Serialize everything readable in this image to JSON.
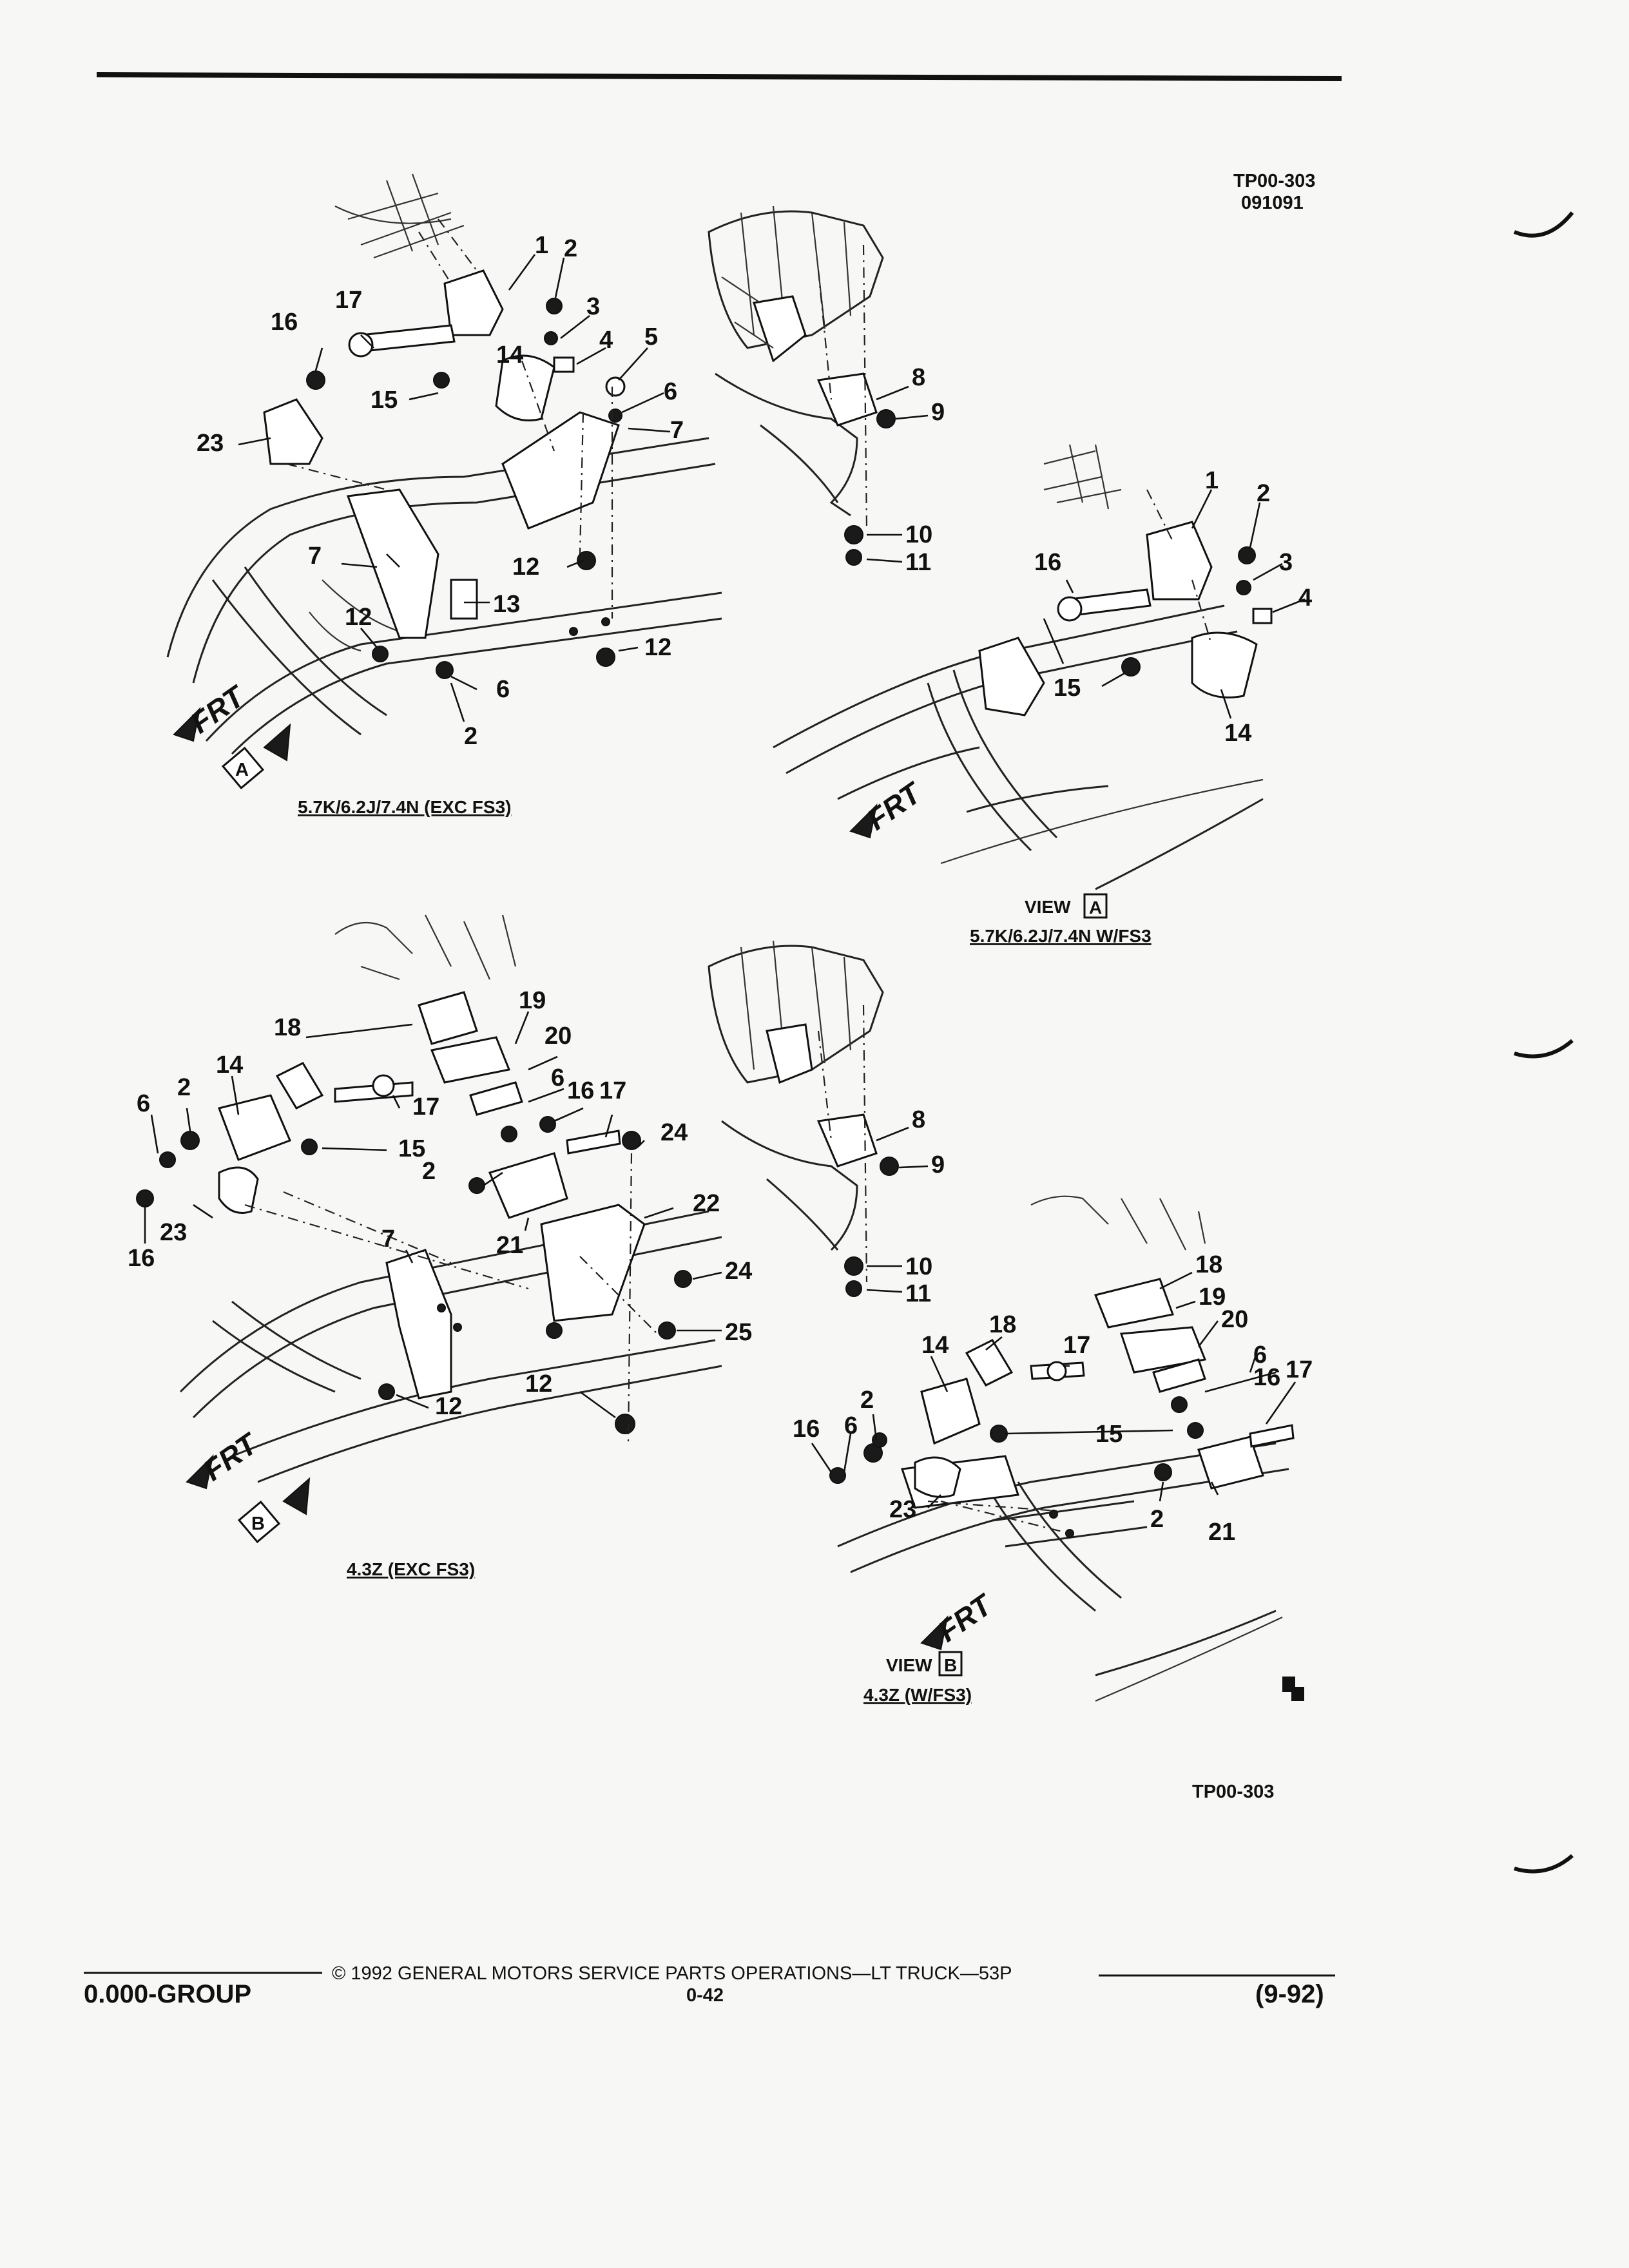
{
  "header": {
    "code": "TP00-303",
    "date": "091091"
  },
  "views": {
    "top_left_caption": "5.7K/6.2J/7.4N (EXC FS3)",
    "top_right_view_word": "VIEW",
    "top_right_view_letter": "A",
    "top_right_caption": "5.7K/6.2J/7.4N W/FS3",
    "bottom_left_caption": "4.3Z (EXC FS3)",
    "bottom_right_view_word": "VIEW",
    "bottom_right_view_letter": "B",
    "bottom_right_caption": "4.3Z (W/FS3)",
    "marker_a": "A",
    "marker_b": "B",
    "frt_label": "FRT"
  },
  "callouts": {
    "tl": [
      "1",
      "2",
      "3",
      "4",
      "5",
      "6",
      "7",
      "14",
      "15",
      "16",
      "17",
      "23",
      "7",
      "12",
      "13",
      "12",
      "12",
      "6",
      "2"
    ],
    "tr": [
      "8",
      "9",
      "10",
      "11"
    ],
    "va": [
      "1",
      "2",
      "3",
      "4",
      "16",
      "15",
      "14"
    ],
    "bl": [
      "18",
      "19",
      "20",
      "14",
      "2",
      "6",
      "6",
      "16",
      "17",
      "17",
      "15",
      "24",
      "2",
      "22",
      "23",
      "16",
      "21",
      "7",
      "24",
      "25",
      "12",
      "12"
    ],
    "br": [
      "8",
      "9",
      "10",
      "11"
    ],
    "vb": [
      "18",
      "19",
      "20",
      "14",
      "18",
      "17",
      "6",
      "16",
      "17",
      "2",
      "6",
      "16",
      "15",
      "23",
      "2",
      "21"
    ]
  },
  "reference_code": "TP00-303",
  "footer": {
    "copyright": "©  1992  GENERAL MOTORS SERVICE PARTS OPERATIONS—LT TRUCK—53P",
    "group": "0.000-GROUP",
    "page": "0-42",
    "revision": "(9-92)"
  }
}
